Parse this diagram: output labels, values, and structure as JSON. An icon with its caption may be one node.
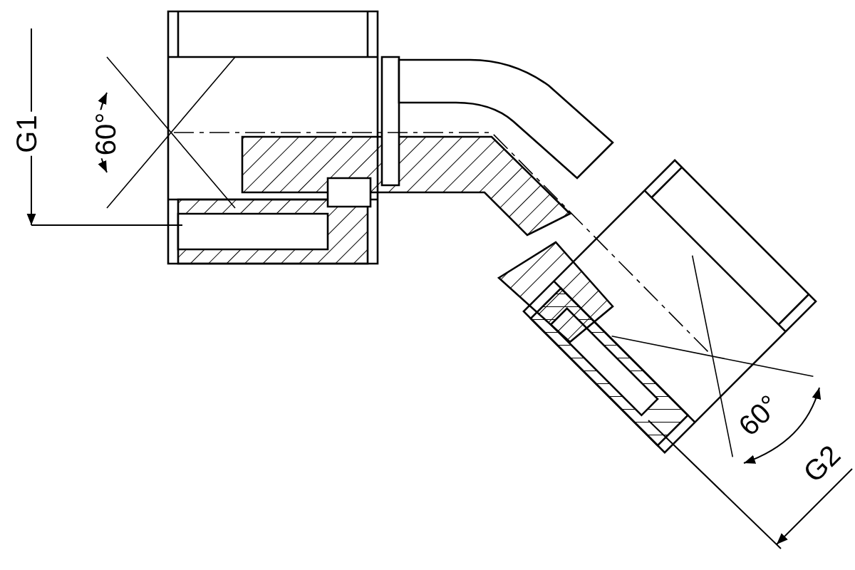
{
  "diagram": {
    "labels": [
      "G1",
      "60°",
      "60°",
      "G2"
    ]
  }
}
